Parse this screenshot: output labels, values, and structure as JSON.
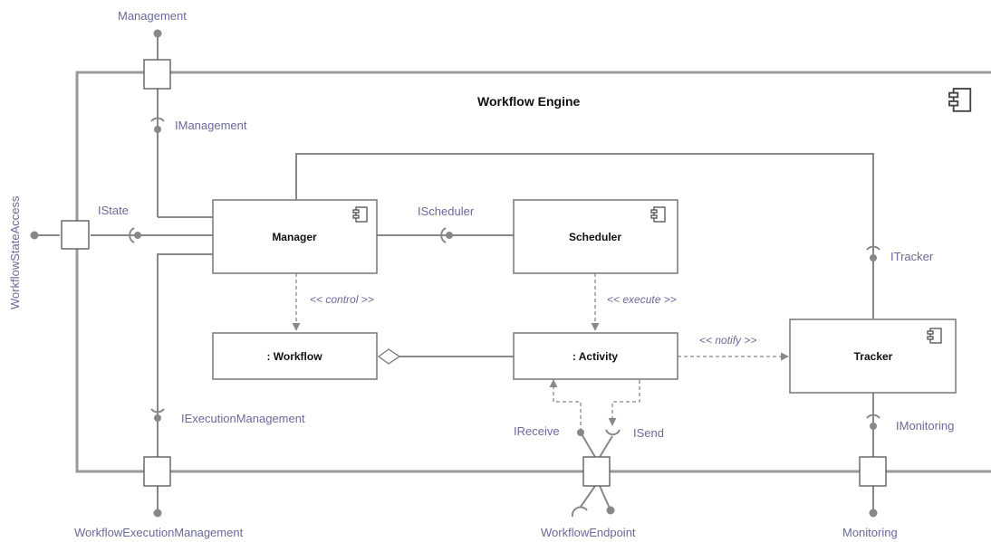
{
  "diagram": {
    "title": "Workflow Engine",
    "components": {
      "manager": "Manager",
      "scheduler": "Scheduler",
      "workflow": ": Workflow",
      "activity": ": Activity",
      "tracker": "Tracker"
    },
    "ports": {
      "management": "Management",
      "workflow_state_access": "WorkflowStateAccess",
      "workflow_execution_management": "WorkflowExecutionManagement",
      "workflow_endpoint": "WorkflowEndpoint",
      "monitoring": "Monitoring"
    },
    "interfaces": {
      "imanagement": "IManagement",
      "istate": "IState",
      "ischeduler": "IScheduler",
      "itracker": "ITracker",
      "iexecution_management": "IExecutionManagement",
      "ireceive": "IReceive",
      "isend": "ISend",
      "imonitoring": "IMonitoring"
    },
    "stereotypes": {
      "control": "<< control >>",
      "execute": "<< execute >>",
      "notify": "<< notify >>"
    }
  }
}
